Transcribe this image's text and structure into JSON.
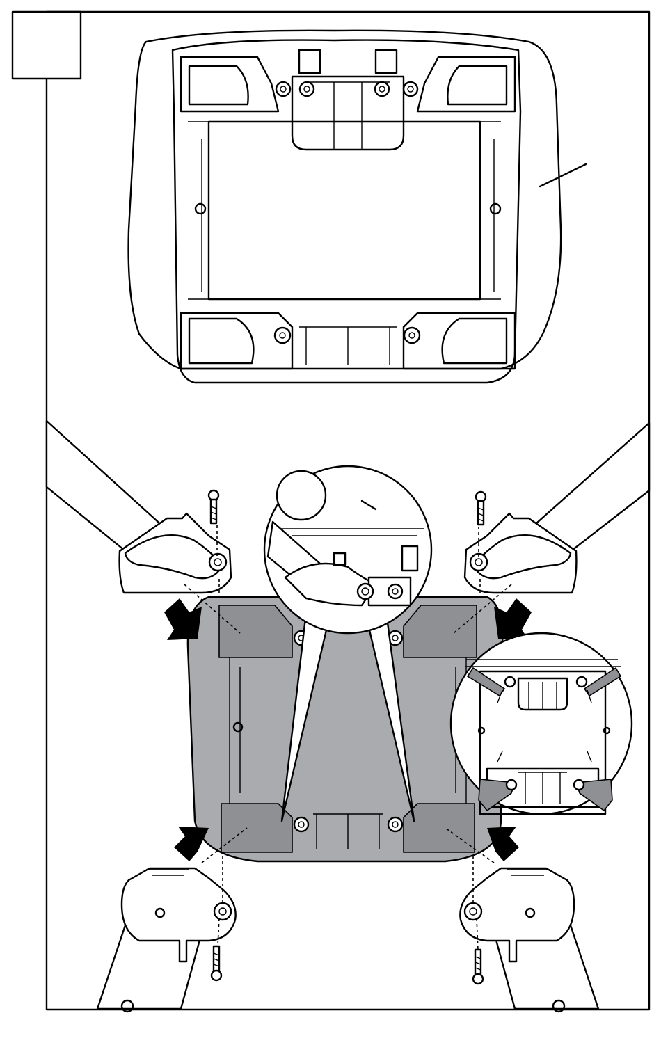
{
  "step_number": "",
  "callout_label": "",
  "colors": {
    "line": "#000000",
    "background": "#ffffff",
    "seat_base": "#a9abae",
    "detail": "#8e9094"
  },
  "icons": [
    "screw-icon",
    "arrow-icon",
    "seat-base",
    "leg-tube",
    "leg-bracket",
    "magnifier-callout"
  ]
}
